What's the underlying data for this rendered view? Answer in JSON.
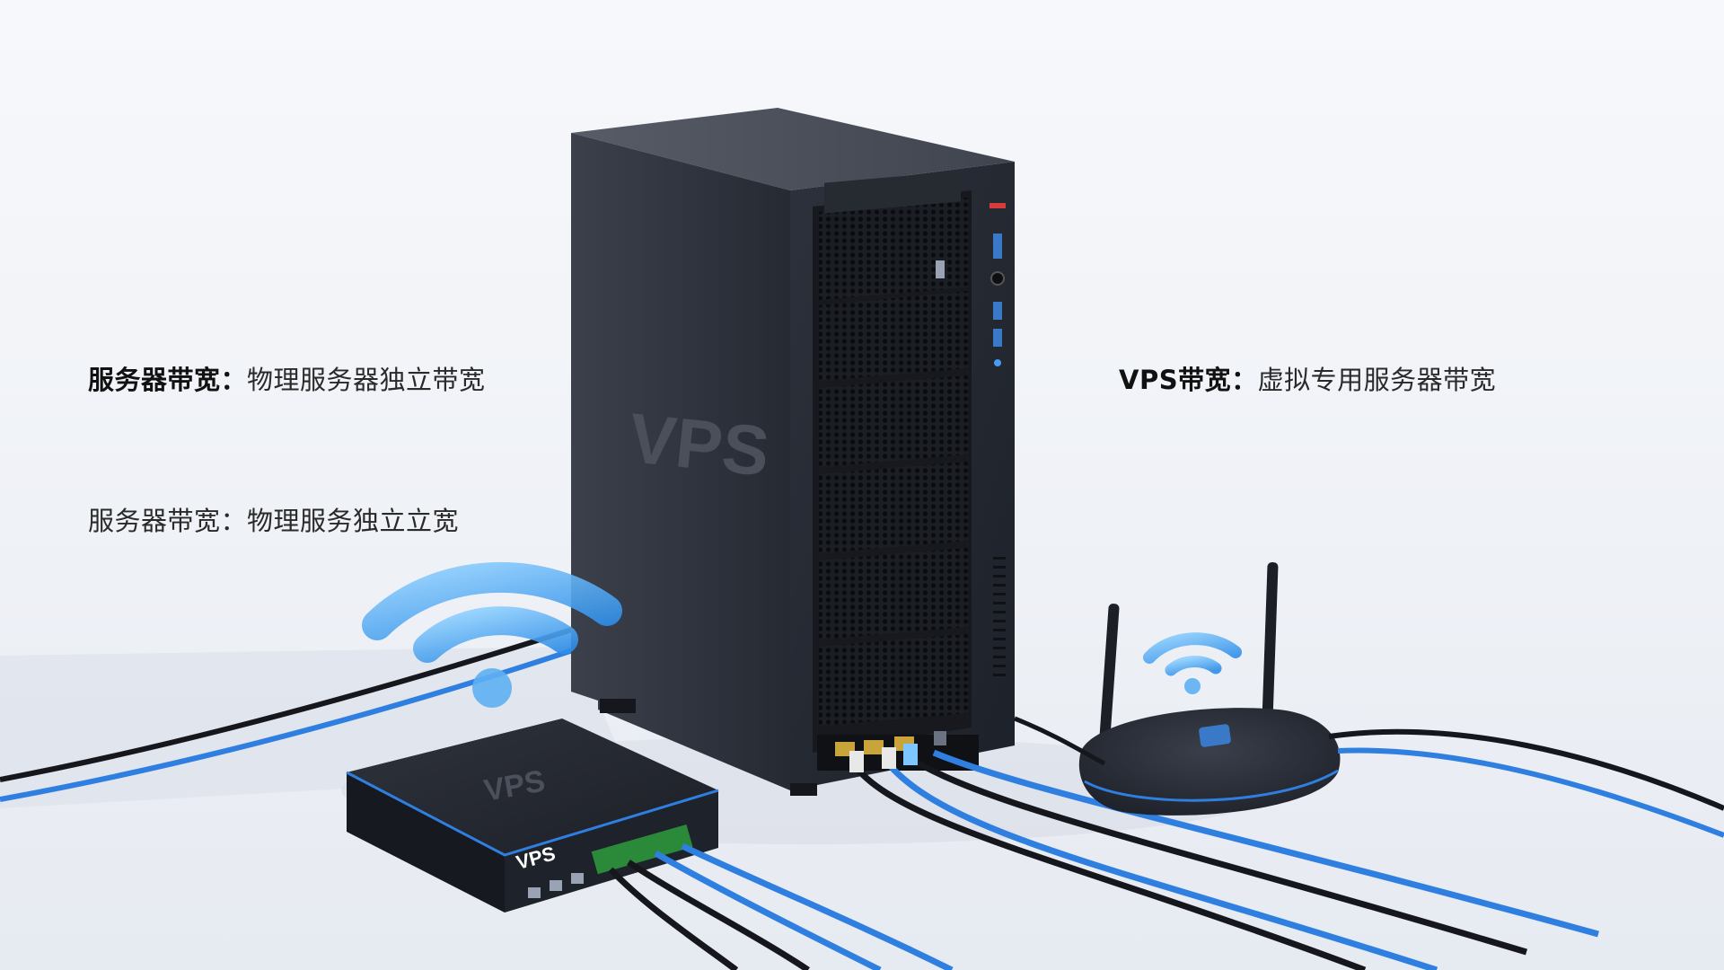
{
  "captions": {
    "left_top": {
      "bold": "服务器带宽：",
      "rest": "物理服务器独立带宽"
    },
    "left_bottom": {
      "bold": "服务器带宽：",
      "rest": "物理服务独立立宽"
    },
    "right": {
      "bold": "VPS带宽：",
      "rest": "虚拟专用服务器带宽"
    }
  },
  "devices": {
    "tower_label": "VPS",
    "box_top_label": "VPS",
    "box_front_label": "VPS"
  },
  "colors": {
    "background": "#f3f5f9",
    "device_body": "#2a2f3a",
    "accent_blue": "#2f7fe0",
    "wifi_blue": "#4aa6f0",
    "cable_black": "#15171c"
  },
  "icons": [
    "wifi-icon-large",
    "wifi-icon-small",
    "router-logo-icon"
  ]
}
